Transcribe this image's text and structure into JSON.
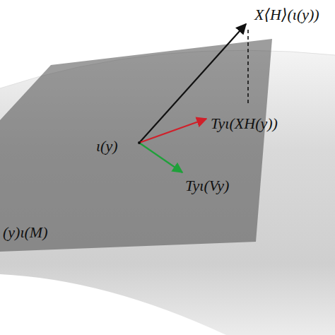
{
  "diagram": {
    "labels": [
      "X⟨H⟩(ι(y))",
      "Tyι(XH(y))",
      "ι(y)",
      "Tyι(Vy)",
      "(y)ι(M)"
    ]
  }
}
